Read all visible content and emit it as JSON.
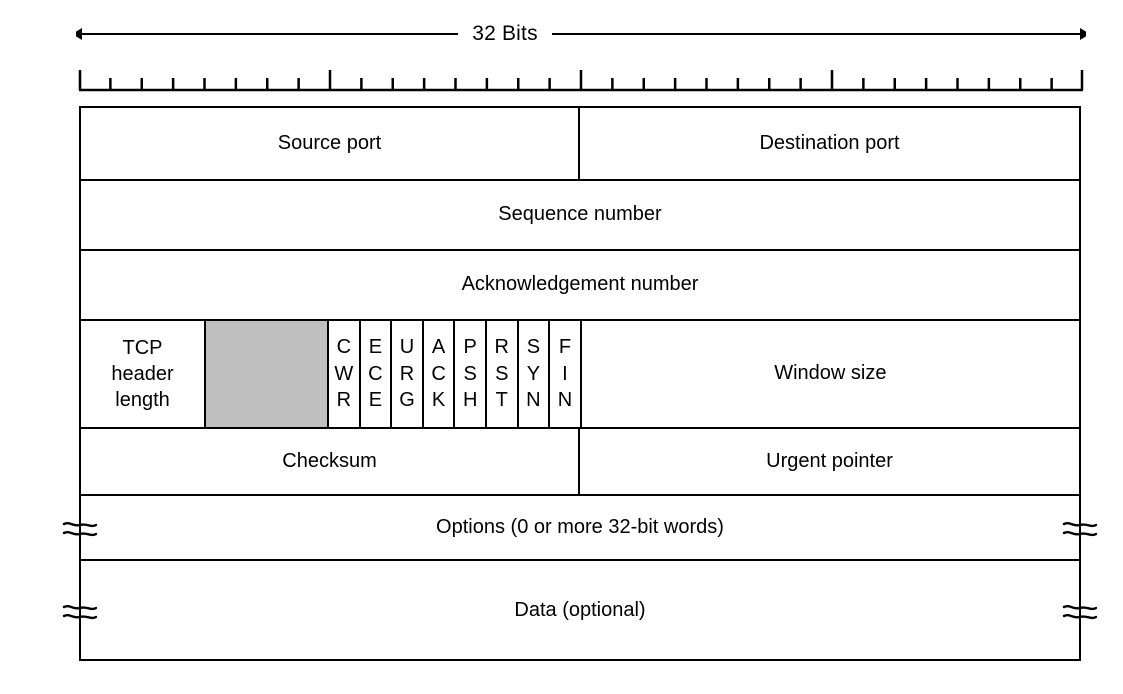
{
  "diagram": {
    "title": "TCP header",
    "width_label": "32 Bits",
    "ruler": {
      "total_bits": 32,
      "major_tick_every": 8
    },
    "colors": {
      "line": "#000000",
      "background": "#ffffff",
      "reserved_fill": "#c0c0c0"
    },
    "rows": [
      {
        "name": "ports",
        "fields": [
          {
            "label": "Source port",
            "bits": 16
          },
          {
            "label": "Destination port",
            "bits": 16
          }
        ]
      },
      {
        "name": "sequence",
        "fields": [
          {
            "label": "Sequence number",
            "bits": 32
          }
        ]
      },
      {
        "name": "acknowledgement",
        "fields": [
          {
            "label": "Acknowledgement number",
            "bits": 32
          }
        ]
      },
      {
        "name": "flags",
        "fields": [
          {
            "label": "TCP\nheader\nlength",
            "bits": 4
          },
          {
            "label": "",
            "bits": 4,
            "shaded": true
          },
          {
            "label": "CWR",
            "bits": 1
          },
          {
            "label": "ECE",
            "bits": 1
          },
          {
            "label": "URG",
            "bits": 1
          },
          {
            "label": "ACK",
            "bits": 1
          },
          {
            "label": "PSH",
            "bits": 1
          },
          {
            "label": "RST",
            "bits": 1
          },
          {
            "label": "SYN",
            "bits": 1
          },
          {
            "label": "FIN",
            "bits": 1
          },
          {
            "label": "Window size",
            "bits": 16
          }
        ]
      },
      {
        "name": "checksum",
        "fields": [
          {
            "label": "Checksum",
            "bits": 16
          },
          {
            "label": "Urgent pointer",
            "bits": 16
          }
        ]
      },
      {
        "name": "options",
        "fields": [
          {
            "label": "Options (0 or more 32-bit words)",
            "bits": 32
          }
        ],
        "break_marks": true
      },
      {
        "name": "data",
        "fields": [
          {
            "label": "Data (optional)",
            "bits": 32
          }
        ],
        "break_marks": true
      }
    ]
  },
  "labels": {
    "source_port": "Source port",
    "destination_port": "Destination port",
    "sequence_number": "Sequence number",
    "acknowledgement_number": "Acknowledgement number",
    "tcp_header_length_line1": "TCP",
    "tcp_header_length_line2": "header",
    "tcp_header_length_line3": "length",
    "window_size": "Window size",
    "checksum": "Checksum",
    "urgent_pointer": "Urgent pointer",
    "options": "Options (0 or more 32-bit words)",
    "data": "Data (optional)",
    "width": "32 Bits"
  },
  "flags": [
    {
      "name": "cwr",
      "letters": [
        "C",
        "W",
        "R"
      ]
    },
    {
      "name": "ece",
      "letters": [
        "E",
        "C",
        "E"
      ]
    },
    {
      "name": "urg",
      "letters": [
        "U",
        "R",
        "G"
      ]
    },
    {
      "name": "ack",
      "letters": [
        "A",
        "C",
        "K"
      ]
    },
    {
      "name": "psh",
      "letters": [
        "P",
        "S",
        "H"
      ]
    },
    {
      "name": "rst",
      "letters": [
        "R",
        "S",
        "T"
      ]
    },
    {
      "name": "syn",
      "letters": [
        "S",
        "Y",
        "N"
      ]
    },
    {
      "name": "fin",
      "letters": [
        "F",
        "I",
        "N"
      ]
    }
  ]
}
